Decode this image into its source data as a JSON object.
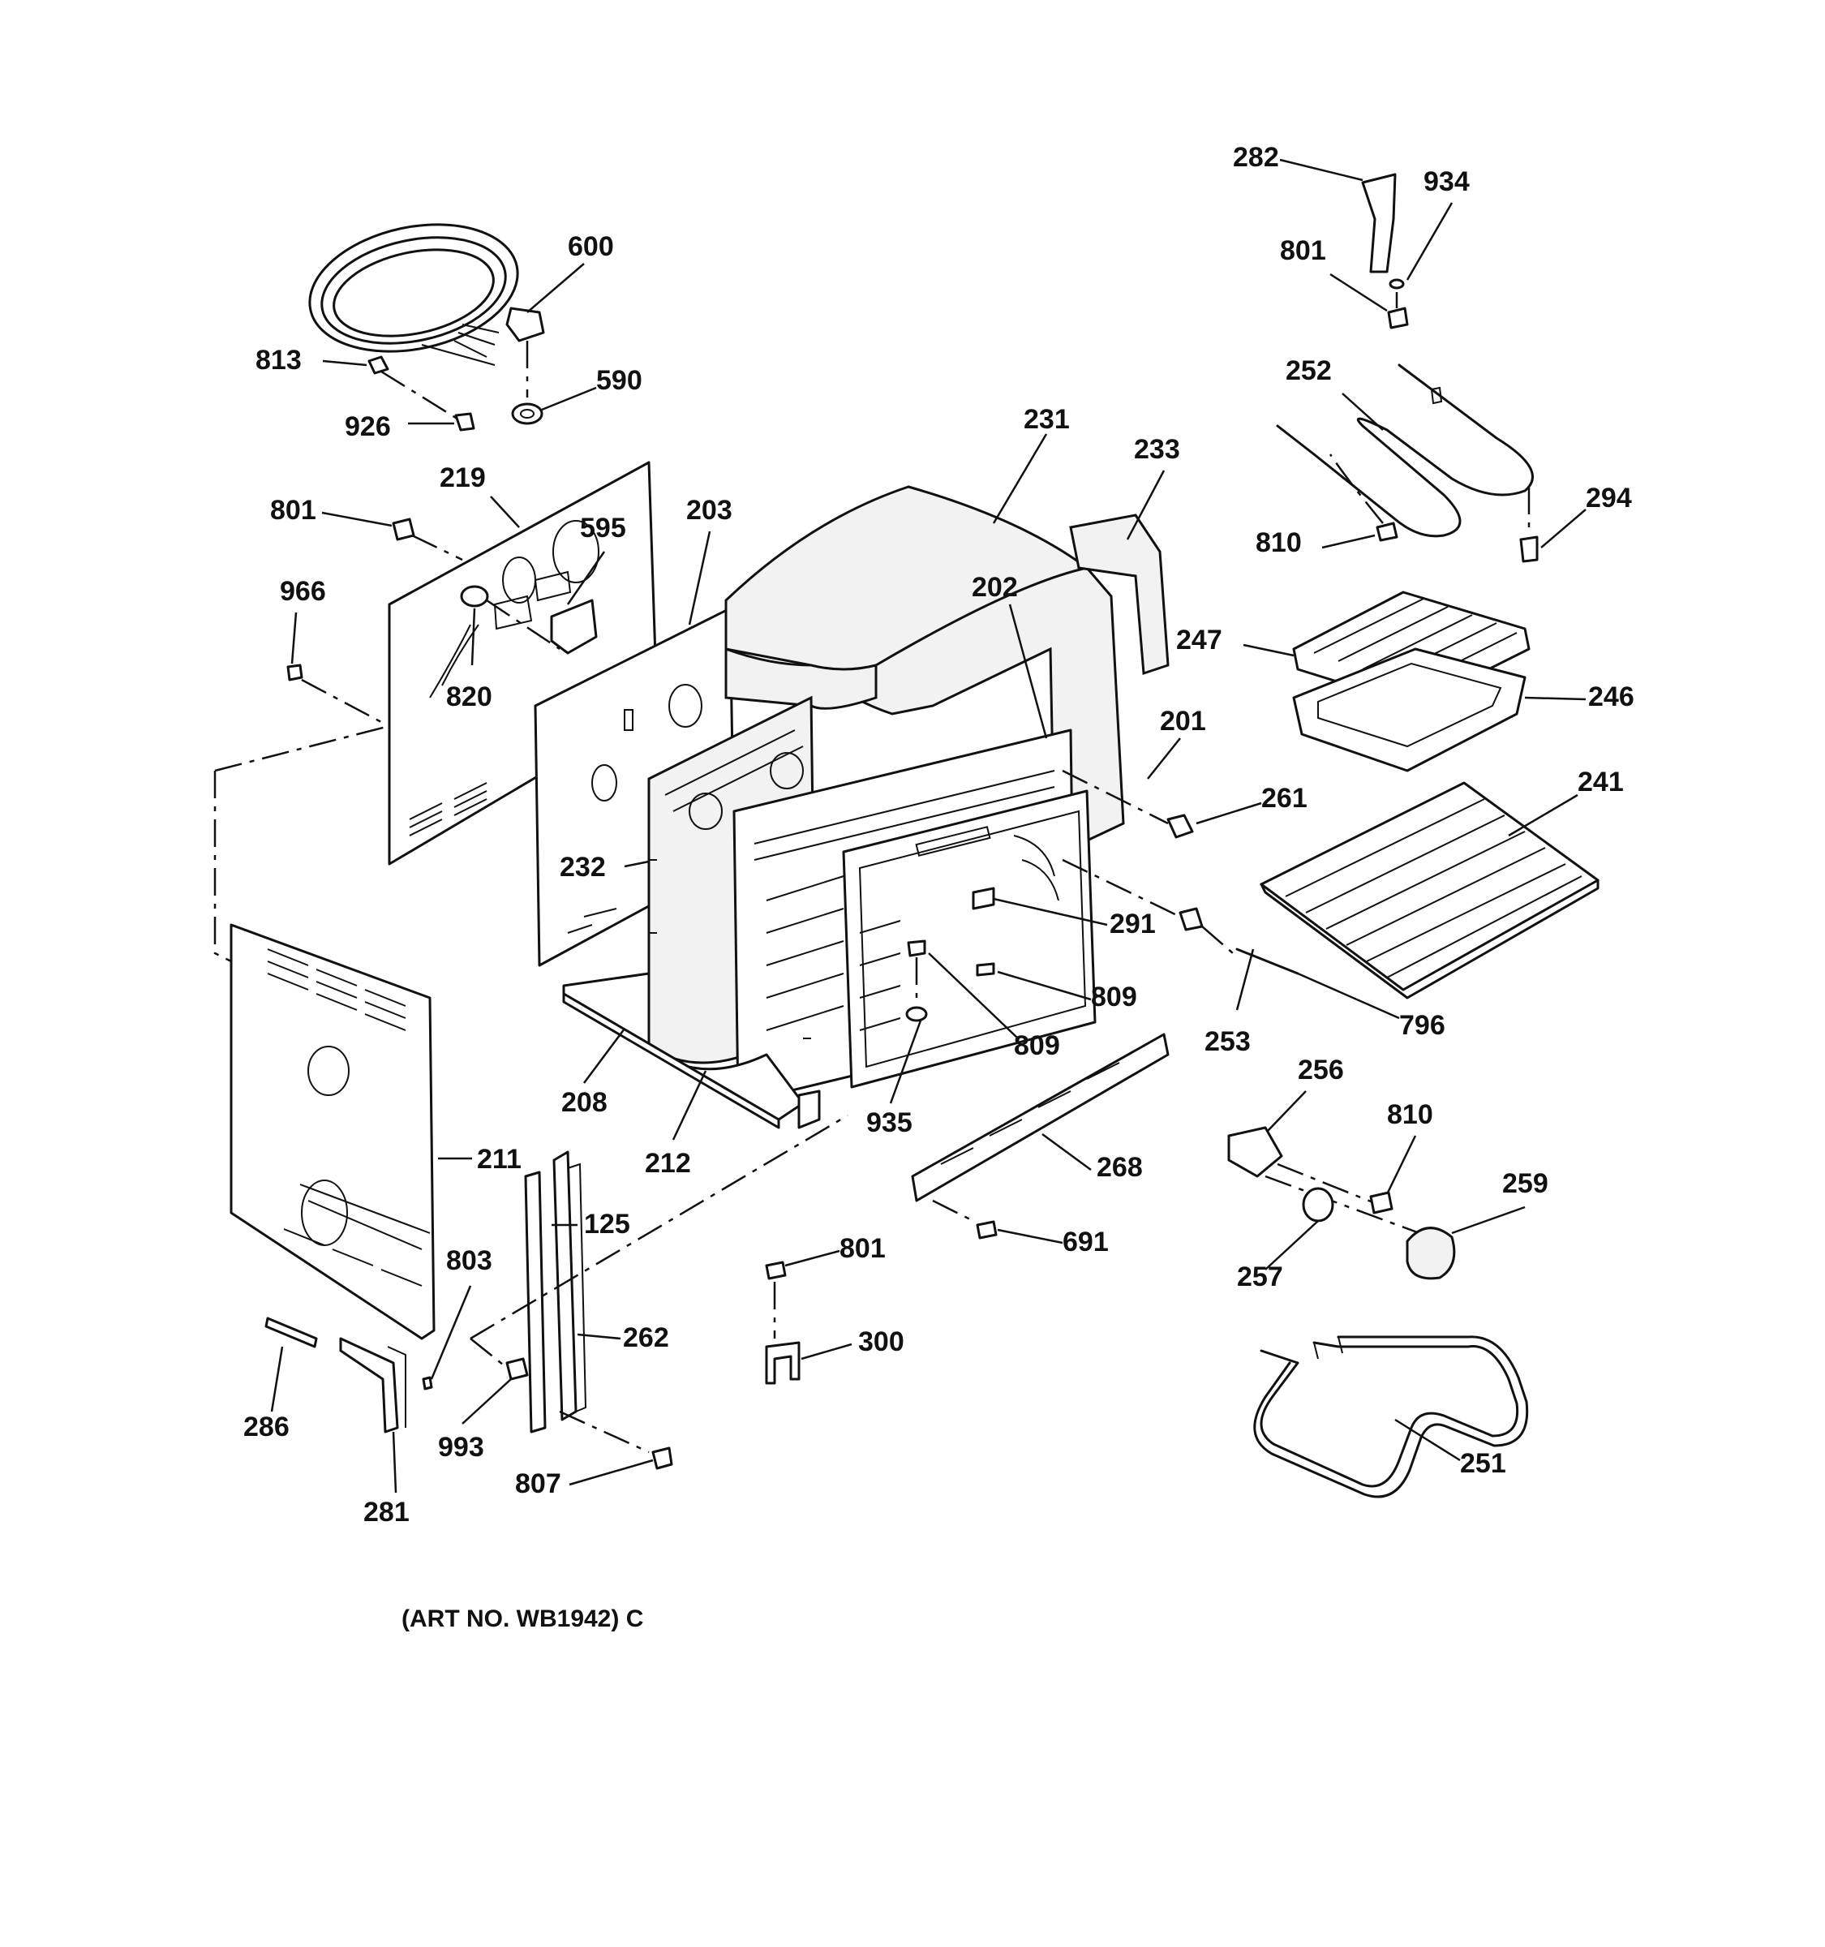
{
  "callouts": [
    {
      "id": "282"
    },
    {
      "id": "934"
    },
    {
      "id": "801"
    },
    {
      "id": "600"
    },
    {
      "id": "813"
    },
    {
      "id": "590"
    },
    {
      "id": "926"
    },
    {
      "id": "252"
    },
    {
      "id": "294"
    },
    {
      "id": "810"
    },
    {
      "id": "231"
    },
    {
      "id": "233"
    },
    {
      "id": "219"
    },
    {
      "id": "801"
    },
    {
      "id": "595"
    },
    {
      "id": "203"
    },
    {
      "id": "966"
    },
    {
      "id": "202"
    },
    {
      "id": "247"
    },
    {
      "id": "246"
    },
    {
      "id": "820"
    },
    {
      "id": "201"
    },
    {
      "id": "261"
    },
    {
      "id": "241"
    },
    {
      "id": "232"
    },
    {
      "id": "291"
    },
    {
      "id": "809"
    },
    {
      "id": "809"
    },
    {
      "id": "253"
    },
    {
      "id": "796"
    },
    {
      "id": "208"
    },
    {
      "id": "935"
    },
    {
      "id": "256"
    },
    {
      "id": "810"
    },
    {
      "id": "212"
    },
    {
      "id": "211"
    },
    {
      "id": "268"
    },
    {
      "id": "259"
    },
    {
      "id": "125"
    },
    {
      "id": "691"
    },
    {
      "id": "257"
    },
    {
      "id": "801"
    },
    {
      "id": "803"
    },
    {
      "id": "262"
    },
    {
      "id": "300"
    },
    {
      "id": "286"
    },
    {
      "id": "993"
    },
    {
      "id": "251"
    },
    {
      "id": "807"
    },
    {
      "id": "281"
    }
  ],
  "caption": "(ART NO. WB1942) C"
}
